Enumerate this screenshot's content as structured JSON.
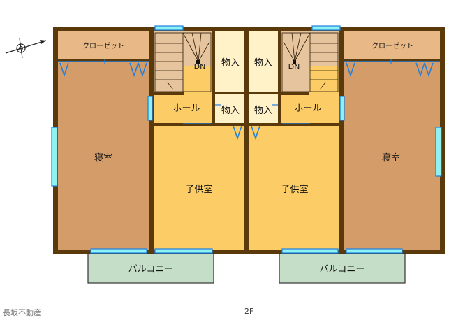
{
  "colors": {
    "wall": "#5a3a0a",
    "bedroom": "#d39c68",
    "closet": "#e8b987",
    "kids_room": "#fccd66",
    "hall": "#fccd66",
    "storage": "#fff1c8",
    "stairs": "#e6c49d",
    "balcony": "#c5dec8",
    "window": "#1e7fe0",
    "window_glass": "#8ef2f2"
  },
  "icons": {
    "north_arrow": "compass-arrow-icon"
  },
  "units": {
    "left": {
      "closet": "クローゼット",
      "bedroom": "寝室",
      "kids_room": "子供室",
      "hall": "ホール",
      "storage_upper": "物入",
      "storage_lower": "物入",
      "stairs": "DN",
      "balcony": "バルコニー"
    },
    "right": {
      "closet": "クローゼット",
      "bedroom": "寝室",
      "kids_room": "子供室",
      "hall": "ホール",
      "storage_upper": "物入",
      "storage_lower": "物入",
      "stairs": "DN",
      "balcony": "バルコニー"
    }
  },
  "footer": {
    "agency": "長坂不動産",
    "floor": "2F"
  }
}
